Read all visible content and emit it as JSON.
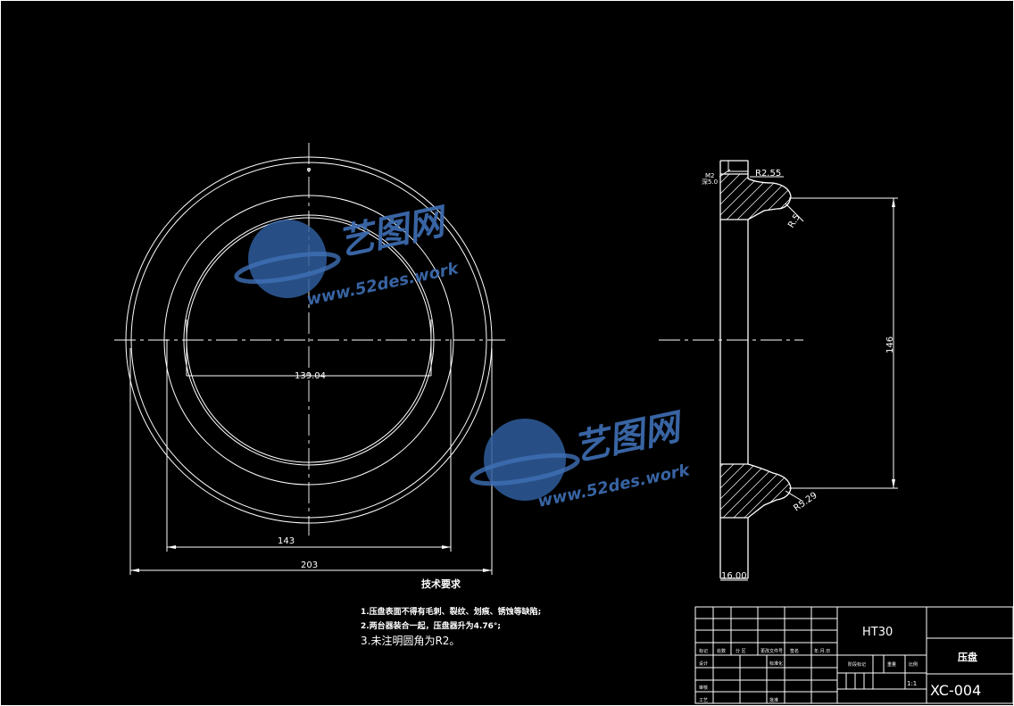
{
  "dimensions": {
    "inner_diameter": "139.04",
    "middle_diameter": "143",
    "outer_diameter": "203",
    "thickness": "16.00",
    "height": "146",
    "r_top": "R2.55",
    "r_mid": "R.5",
    "r_bottom": "R5.29",
    "thread_label": "M2",
    "depth_label": "深5.0"
  },
  "tech_requirements": {
    "title": "技术要求",
    "items": [
      "1.压盘表面不得有毛刺、裂纹、划痕、锈蚀等缺陷;",
      "2.两台器装合一起，压盘器升为4.76°;",
      "3.未注明圆角为R2。"
    ]
  },
  "title_block": {
    "material": "HT30",
    "part_name": "压盘",
    "drawing_no": "XC-004",
    "scale": "1:1",
    "labels": {
      "mark": "标记",
      "count": "处数",
      "zone": "分 区",
      "change_doc": "更改文件号",
      "sign": "签名",
      "date": "年.月.日",
      "design": "设计",
      "standardize": "标准化",
      "stage_mark": "阶段标记",
      "weight": "重量",
      "ratio": "比例",
      "review": "审核",
      "process": "工艺",
      "approve": "批准"
    }
  },
  "watermark": {
    "brand": "艺图网",
    "url": "www.52des.work"
  },
  "colors": {
    "background": "#000000",
    "lines": "#ffffff",
    "watermark": "#2f5d9c"
  }
}
